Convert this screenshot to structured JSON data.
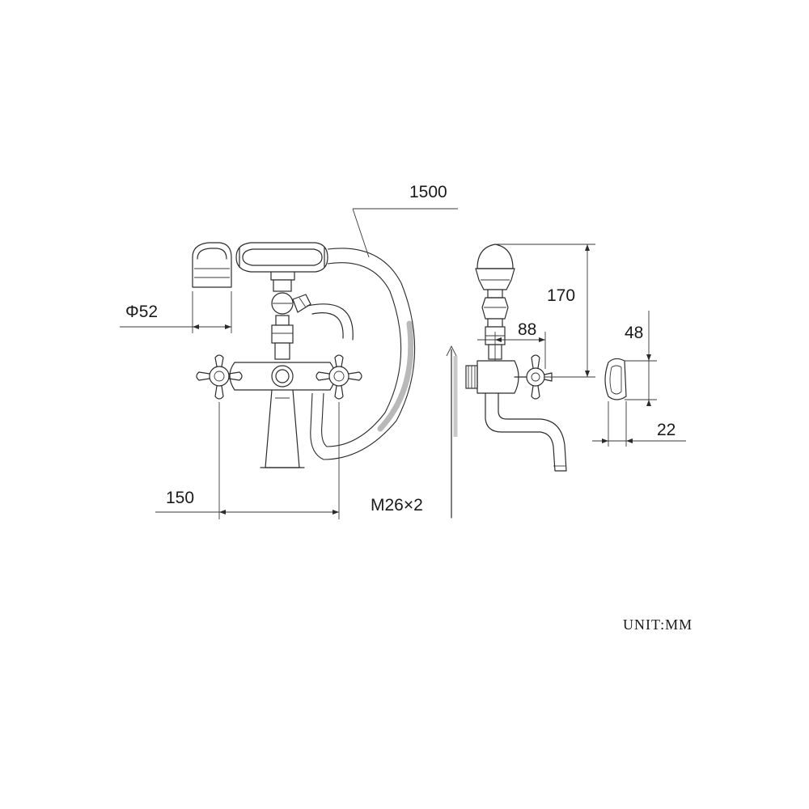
{
  "dimensions": {
    "hose_length": "1500",
    "handshower_diameter": "Φ52",
    "center_distance": "150",
    "thread": "M26×2",
    "height": "170",
    "projection": "88",
    "escutcheon_height": "48",
    "escutcheon_depth": "22"
  },
  "unit_label": "UNIT:MM"
}
